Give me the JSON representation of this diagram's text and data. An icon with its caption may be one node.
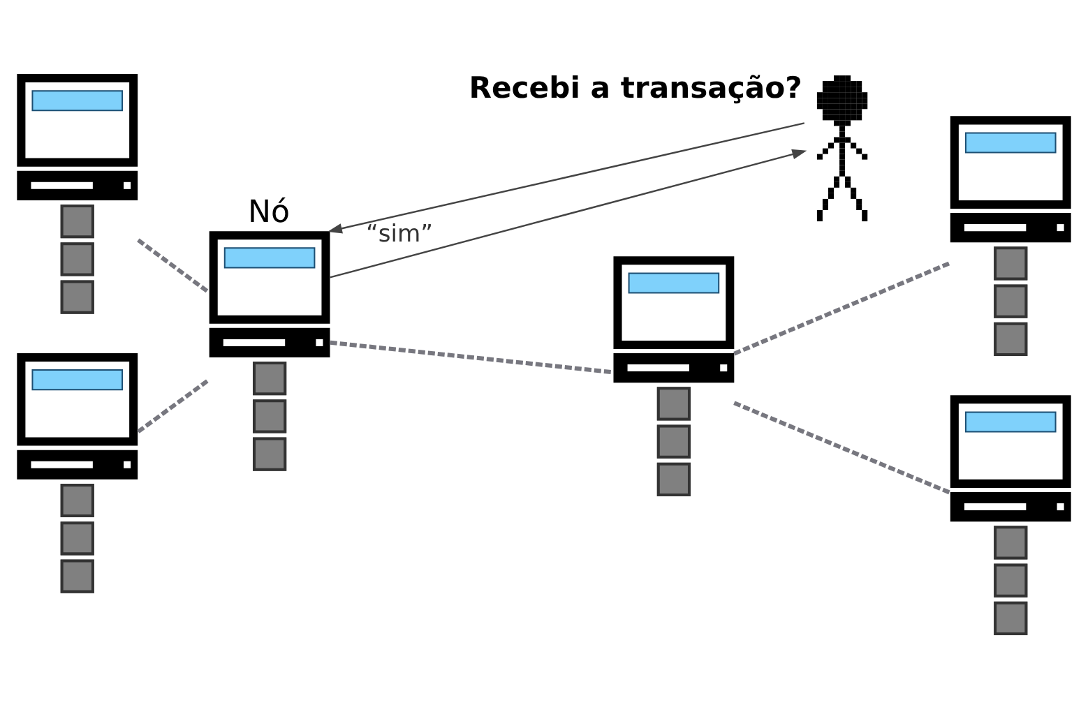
{
  "diagram": {
    "nodes": [
      {
        "text": [],
        "shape": "picture"
      },
      {
        "text": [
          "Nó"
        ]
      },
      {
        "text": [],
        "shape": "person",
        "beside": [
          "Recebi a transação?"
        ]
      },
      {
        "text": [],
        "shape": "picture"
      },
      {
        "text": [],
        "shape": "picture"
      },
      {
        "text": [],
        "shape": "picture"
      },
      {
        "text": [],
        "shape": "picture"
      }
    ],
    "edges": [
      {
        "from": 0,
        "to": 1,
        "arrow": "none",
        "style": "dashed"
      },
      {
        "from": 2,
        "to": 1,
        "arrow": "to",
        "color": "#444444"
      },
      {
        "from": 1,
        "to": 2,
        "arrow": "to",
        "label": "“sim”",
        "color": "#444444"
      },
      {
        "from": 1,
        "to": 4,
        "arrow": "none",
        "style": "dashed"
      },
      {
        "from": 4,
        "to": 3,
        "arrow": "none",
        "style": "dashed"
      },
      {
        "from": 5,
        "to": 1,
        "arrow": "none",
        "style": "dashed"
      },
      {
        "from": 4,
        "to": 6,
        "arrow": "none",
        "style": "dashed"
      }
    ]
  }
}
